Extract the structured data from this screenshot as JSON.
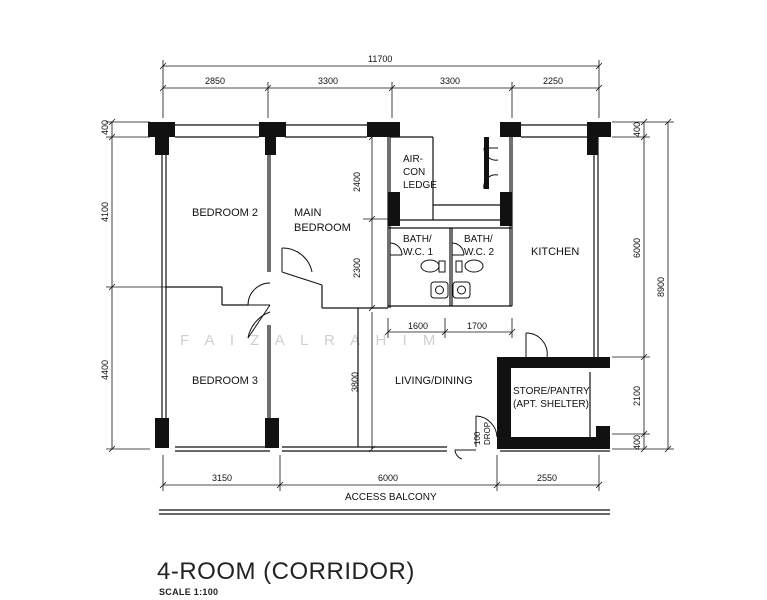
{
  "title": "4-ROOM (CORRIDOR)",
  "scale": "SCALE  1:100",
  "watermark": "F A I Z A L   R A H I M",
  "rooms": {
    "bedroom2": "BEDROOM 2",
    "main_bedroom_1": "MAIN",
    "main_bedroom_2": "BEDROOM",
    "bedroom3": "BEDROOM 3",
    "living": "LIVING/DINING",
    "kitchen": "KITCHEN",
    "aircon_1": "AIR-",
    "aircon_2": "CON",
    "aircon_3": "LEDGE",
    "bath1_1": "BATH/",
    "bath1_2": "W.C. 1",
    "bath2_1": "BATH/",
    "bath2_2": "W.C. 2",
    "store_1": "STORE/PANTRY",
    "store_2": "(APT. SHELTER)",
    "balcony": "ACCESS BALCONY",
    "drop_1": "100",
    "drop_2": "DROP"
  },
  "dims": {
    "overall_width": "11700",
    "top": [
      "2850",
      "3300",
      "3300",
      "2250"
    ],
    "bottom": [
      "3150",
      "6000",
      "2550"
    ],
    "left": [
      "400",
      "4100",
      "4400"
    ],
    "right": [
      "400",
      "6000",
      "2100",
      "400"
    ],
    "right_overall": "8900",
    "main_bedroom": [
      "2400",
      "2300"
    ],
    "living": "3800",
    "bath": [
      "1600",
      "1700"
    ]
  },
  "colors": {
    "line": "#111111",
    "wall": "#111111",
    "watermark": "#cfcfcf"
  }
}
